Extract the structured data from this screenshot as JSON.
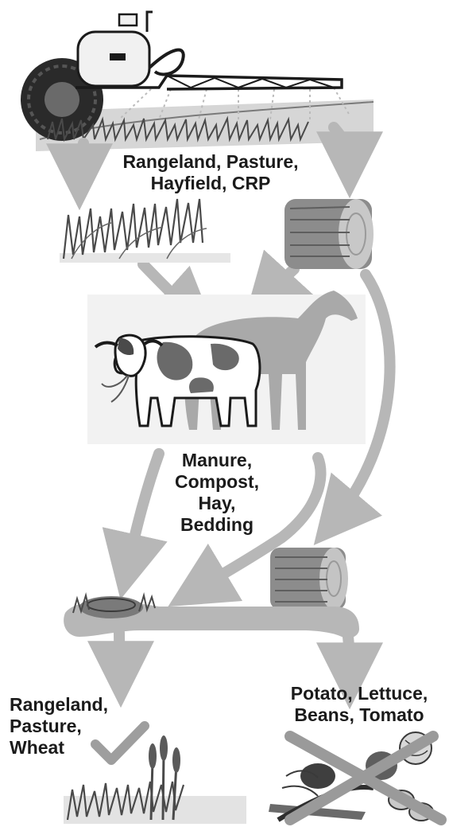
{
  "labels": {
    "source_uses": [
      "Rangeland, Pasture,",
      "Hayfield, CRP"
    ],
    "animal_outputs": [
      "Manure,",
      "Compost,",
      "Hay,",
      "Bedding"
    ],
    "safe_crops": [
      "Rangeland,",
      "Pasture,",
      "Wheat"
    ],
    "sensitive_crops": [
      "Potato, Lettuce,",
      "Beans, Tomato"
    ]
  },
  "colors": {
    "arrow": "#b7b7b7",
    "ink": "#1b1b1b",
    "grass": "#4a4a4a",
    "hay": "#8c8c8c",
    "horse": "#a9a9a9",
    "cross": "#9a9a9a",
    "check": "#9e9e9e"
  },
  "icons": [
    "sprayer-icon",
    "grass-icon",
    "hay-bale-icon",
    "cow-icon",
    "horse-icon",
    "manure-pile-icon",
    "check-icon",
    "cross-icon",
    "vegetables-icon",
    "wheat-icon"
  ]
}
